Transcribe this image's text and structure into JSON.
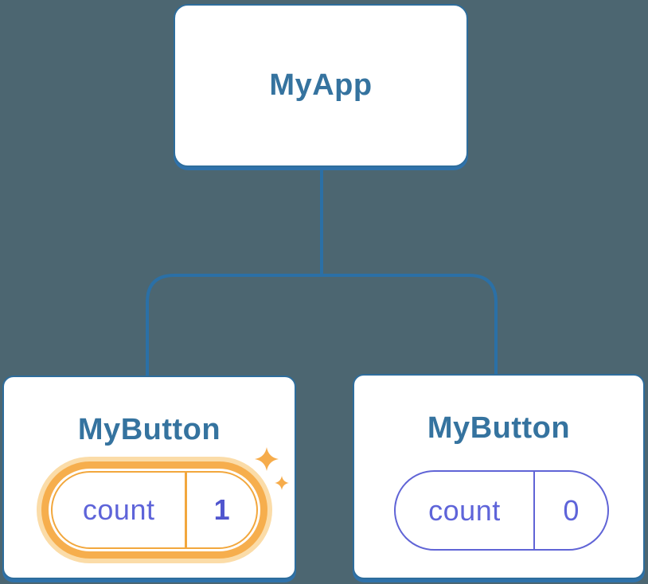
{
  "diagram_type": "component-tree",
  "tree": {
    "root": {
      "label": "MyApp"
    },
    "children": [
      {
        "label": "MyButton",
        "highlighted": true,
        "state": {
          "key": "count",
          "value": "1"
        }
      },
      {
        "label": "MyButton",
        "highlighted": false,
        "state": {
          "key": "count",
          "value": "0"
        }
      }
    ]
  },
  "icons": {
    "sparkle_large": "sparkle-icon",
    "sparkle_small": "sparkle-icon"
  },
  "colors": {
    "background": "#4C6671",
    "card_fill": "#FFFFFF",
    "card_border": "#2E6D9C",
    "card_shadow": "#2F72AB",
    "connector": "#2B70A6",
    "node_label_text": "#35739F",
    "state_text": "#5E64D9",
    "state_value_bold": "#5055CE",
    "state_pill_border": "#6064D6",
    "highlight_orange": "#F6AE4D",
    "highlight_halo": "#FBDCA8",
    "sparkle": "#F6AC4B"
  }
}
